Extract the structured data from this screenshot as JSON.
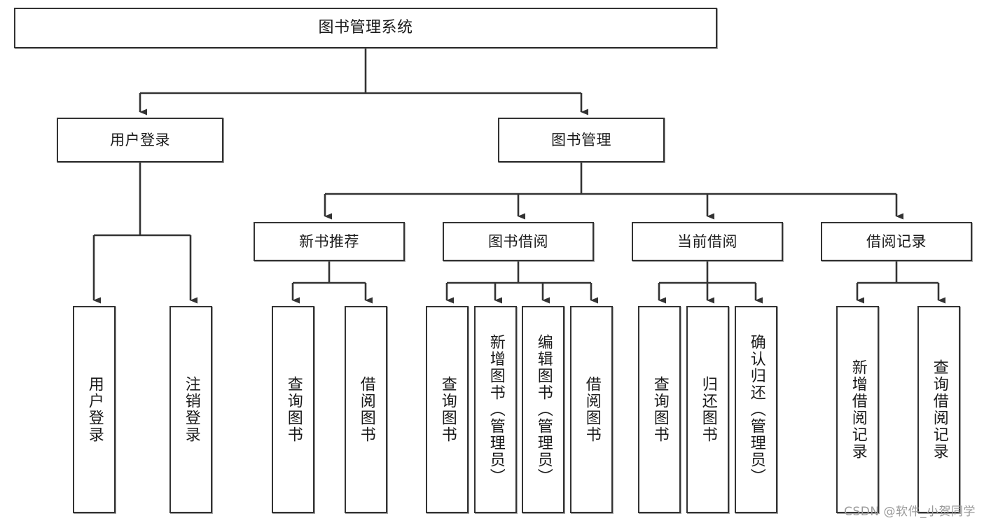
{
  "diagram": {
    "title": "图书管理系统",
    "watermark": "CSDN @软件_小贺同学",
    "colors": {
      "stroke": "#333333",
      "node_fill": "#ffffff",
      "text": "#1a1a1a",
      "watermark": "#9a9a9a",
      "background": "#ffffff"
    },
    "root": {
      "label": "图书管理系统"
    },
    "level2": [
      {
        "label": "用户登录"
      },
      {
        "label": "图书管理"
      }
    ],
    "level3": [
      {
        "label": "新书推荐"
      },
      {
        "label": "图书借阅"
      },
      {
        "label": "当前借阅"
      },
      {
        "label": "借阅记录"
      }
    ],
    "leaves": {
      "user_login": [
        {
          "label": "用户登录"
        },
        {
          "label": "注销登录"
        }
      ],
      "new_book": [
        {
          "label": "查询图书"
        },
        {
          "label": "借阅图书"
        }
      ],
      "book_borrow": [
        {
          "label": "查询图书"
        },
        {
          "label": "新增图书（管理员）"
        },
        {
          "label": "编辑图书（管理员）"
        },
        {
          "label": "借阅图书"
        }
      ],
      "current_borrow": [
        {
          "label": "查询图书"
        },
        {
          "label": "归还图书"
        },
        {
          "label": "确认归还（管理员）"
        }
      ],
      "borrow_record": [
        {
          "label": "新增借阅记录"
        },
        {
          "label": "查询借阅记录"
        }
      ]
    }
  }
}
